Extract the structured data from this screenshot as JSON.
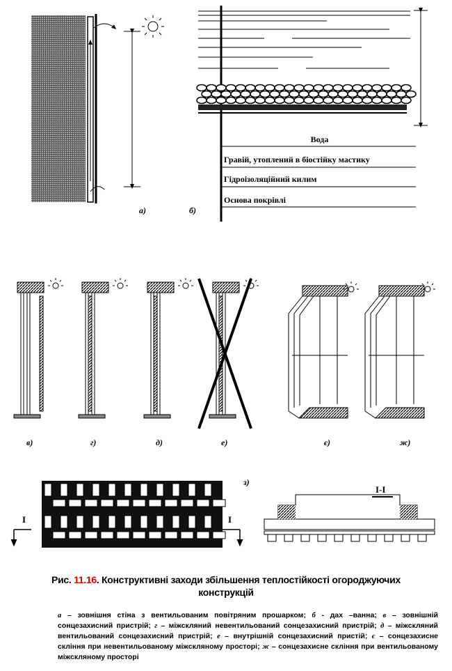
{
  "diagram_a": {
    "label": "а)"
  },
  "diagram_b": {
    "label": "б)",
    "layers": [
      "Вода",
      "Гравій, утоплений в біостійку мастику",
      "Гідроізоляційний килим",
      "Основа покрівлі"
    ]
  },
  "windows": {
    "labels": [
      "в)",
      "г)",
      "д)",
      "е)",
      "є)",
      "ж)"
    ]
  },
  "diagram_z": {
    "label": "з)",
    "section_mark": "I",
    "section_title": "I-I"
  },
  "caption": {
    "prefix": "Рис. ",
    "number": "11.16",
    "title": ". Конструктивні заходи збільшення теплостійкості огороджуючих конструкцій",
    "number_color": "#e00000"
  },
  "legend": [
    {
      "key": "а",
      "text": " – зовнішня стіна з вентильованим повітряним прошарком; "
    },
    {
      "key": "б",
      "text": " - дах –ванна; "
    },
    {
      "key": "в",
      "text": " – зовнішній сонцезахисний пристрій; "
    },
    {
      "key": "г",
      "text": " – міжскляний невентильований сонцезахисний пристрій; "
    },
    {
      "key": "д",
      "text": " – міжскляний вентильований сонцезахисний пристрій; "
    },
    {
      "key": "е",
      "text": " – внутрішній сонцезахисний пристій; "
    },
    {
      "key": "є",
      "text": " – сонцезахисне скління при невентильованому міжскляному просторі; "
    },
    {
      "key": "ж",
      "text": " – сонцезахисне скління при вентильованому міжскляному просторі"
    }
  ]
}
